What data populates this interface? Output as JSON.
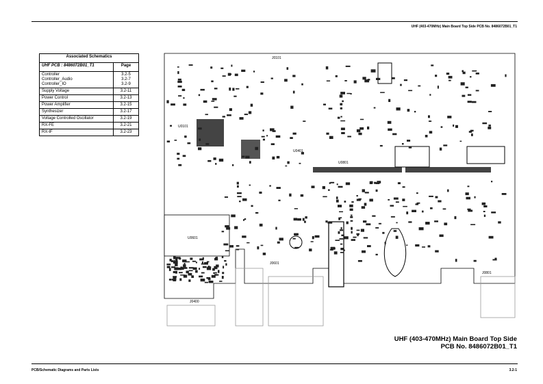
{
  "header": {
    "title": "UHF (403-470MHz) Main Board Top Side PCB No. 8486072B01_T1"
  },
  "table": {
    "title": "Associated Schematics",
    "col_left": "UHF PCB : 8486072B01_T1",
    "col_right": "Page",
    "rows": [
      {
        "labels": [
          "Controller",
          "Controller_Audio",
          "Controller_IO"
        ],
        "pages": [
          "3.2-5",
          "3.2-7",
          "3.2-9"
        ]
      },
      {
        "labels": [
          "Supply Voltage"
        ],
        "pages": [
          "3.2-11"
        ]
      },
      {
        "labels": [
          "Power Control"
        ],
        "pages": [
          "3.2-13"
        ]
      },
      {
        "labels": [
          "Power Amplifier"
        ],
        "pages": [
          "3.2-15"
        ]
      },
      {
        "labels": [
          "Synthesizer"
        ],
        "pages": [
          "3.2-17"
        ]
      },
      {
        "labels": [
          "Voltage Controlled Oscillator"
        ],
        "pages": [
          "3.2-19"
        ]
      },
      {
        "labels": [
          "RX-FE"
        ],
        "pages": [
          "3.2-21"
        ]
      },
      {
        "labels": [
          "RX-IF"
        ],
        "pages": [
          "3.2-23"
        ]
      }
    ]
  },
  "pcb": {
    "labels": {
      "u0101": "U0101",
      "u0401": "U0401",
      "u0601": "U0601",
      "u0801": "U0801",
      "j0101": "J0101",
      "j0400": "J0400",
      "j0601": "J0601",
      "j0801": "J0801"
    }
  },
  "caption": {
    "line1": "UHF (403-470MHz) Main Board Top Side",
    "line2": "PCB No. 8486072B01_T1"
  },
  "footer": {
    "left": "PCB/Schematic Diagrams and Parts Lists",
    "right": "3.2-1"
  }
}
